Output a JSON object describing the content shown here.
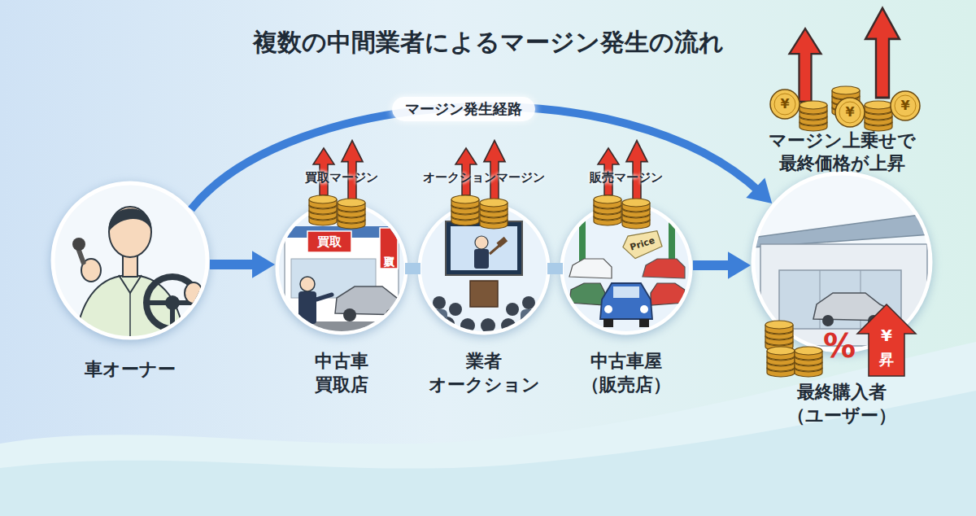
{
  "diagram": {
    "title": "複数の中間業者によるマージン発生の流れ",
    "nodes": [
      {
        "text": [
          "車オーナー"
        ]
      },
      {
        "text": [
          "中古車 買取店"
        ]
      },
      {
        "text": [
          "業者 オークション"
        ]
      },
      {
        "text": [
          "中古車屋 （販売店）"
        ]
      },
      {
        "text": [
          "最終購入者 （ユーザー）"
        ]
      }
    ],
    "edges": [
      {
        "from": 0,
        "to": 1,
        "arrow": "to"
      },
      {
        "from": 1,
        "to": 2,
        "arrow": "none"
      },
      {
        "from": 2,
        "to": 3,
        "arrow": "none"
      },
      {
        "from": 3,
        "to": 4,
        "arrow": "to"
      },
      {
        "from": 0,
        "to": 4,
        "label": "マージン発生経路",
        "arrow": "to"
      }
    ],
    "labels": [
      "買取マージン",
      "オークションマージン",
      "販売マージン",
      "買取",
      "買取",
      "Price",
      "マージン上乗せで 最終価格が上昇",
      "¥",
      "¥",
      "¥",
      "%",
      "¥",
      "昇"
    ]
  }
}
